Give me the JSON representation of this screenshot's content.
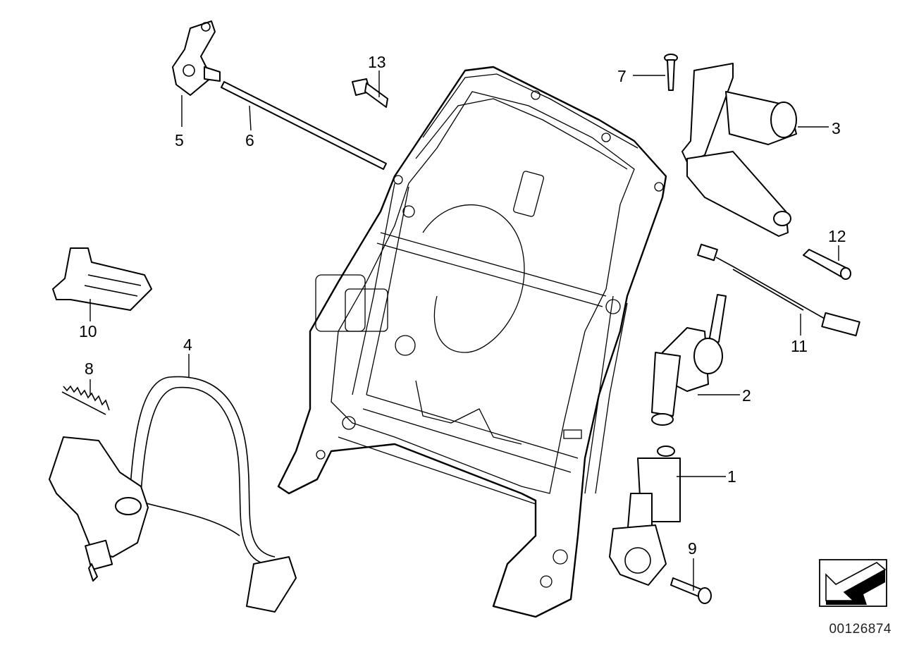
{
  "diagram": {
    "document_number": "00126874",
    "parts": [
      {
        "id": "p1",
        "label": "1",
        "icon": "recline-motor-gear"
      },
      {
        "id": "p2",
        "label": "2",
        "icon": "motor"
      },
      {
        "id": "p3",
        "label": "3",
        "icon": "motor-bracket"
      },
      {
        "id": "p4",
        "label": "4",
        "icon": "cable-lumbar-motor"
      },
      {
        "id": "p5",
        "label": "5",
        "icon": "lever-arm"
      },
      {
        "id": "p6",
        "label": "6",
        "icon": "rod"
      },
      {
        "id": "p7",
        "label": "7",
        "icon": "screw"
      },
      {
        "id": "p8",
        "label": "8",
        "icon": "spring"
      },
      {
        "id": "p9",
        "label": "9",
        "icon": "bolt"
      },
      {
        "id": "p10",
        "label": "10",
        "icon": "bracket"
      },
      {
        "id": "p11",
        "label": "11",
        "icon": "wiring-harness"
      },
      {
        "id": "p12",
        "label": "12",
        "icon": "pin"
      },
      {
        "id": "p13",
        "label": "13",
        "icon": "bolt"
      }
    ],
    "frame_icon": "seat-backrest-frame",
    "orientation_icon": "direction-arrow-icon"
  }
}
